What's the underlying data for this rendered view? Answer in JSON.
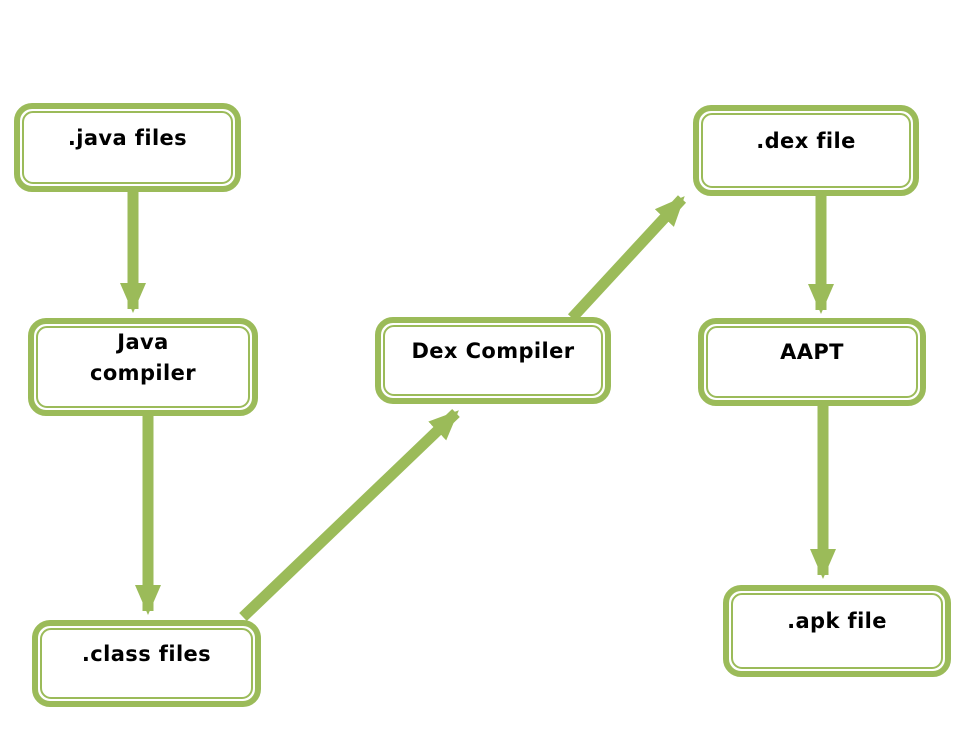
{
  "colors": {
    "accent": "#9bbb59",
    "text": "#000000",
    "background": "#ffffff"
  },
  "nodes": [
    {
      "id": "java-files",
      "label": ".java files"
    },
    {
      "id": "java-compiler",
      "label": "Java compiler"
    },
    {
      "id": "class-files",
      "label": ".class files"
    },
    {
      "id": "dex-compiler",
      "label": "Dex Compiler"
    },
    {
      "id": "dex-file",
      "label": ".dex file"
    },
    {
      "id": "aapt",
      "label": "AAPT"
    },
    {
      "id": "apk-file",
      "label": ".apk file"
    }
  ],
  "edges": [
    {
      "from": "java-files",
      "to": "java-compiler",
      "direction": "down"
    },
    {
      "from": "java-compiler",
      "to": "class-files",
      "direction": "down"
    },
    {
      "from": "class-files",
      "to": "dex-compiler",
      "direction": "diagonal-up-right"
    },
    {
      "from": "dex-compiler",
      "to": "dex-file",
      "direction": "diagonal-up-right"
    },
    {
      "from": "dex-file",
      "to": "aapt",
      "direction": "down"
    },
    {
      "from": "aapt",
      "to": "apk-file",
      "direction": "down"
    }
  ]
}
